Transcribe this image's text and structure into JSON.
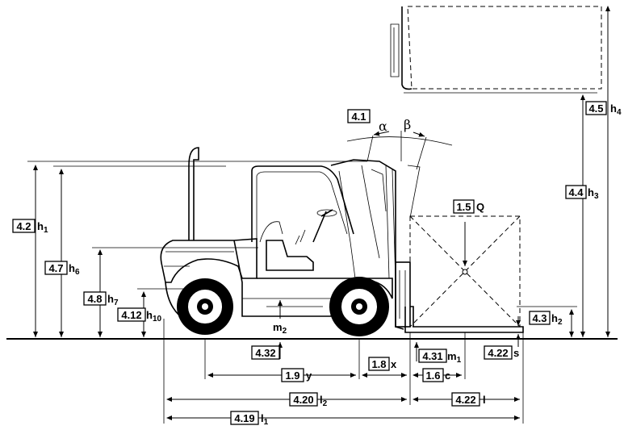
{
  "labels": {
    "l41": {
      "code": "4.1",
      "sym": ""
    },
    "alpha": "α",
    "beta": "β",
    "l42": {
      "code": "4.2",
      "sym": "h",
      "sub": "1"
    },
    "l47": {
      "code": "4.7",
      "sym": "h",
      "sub": "6"
    },
    "l48": {
      "code": "4.8",
      "sym": "h",
      "sub": "7"
    },
    "l412": {
      "code": "4.12",
      "sym": "h",
      "sub": "10"
    },
    "l432": {
      "code": "4.32",
      "sym": "",
      "sub": ""
    },
    "m2": {
      "sym": "m",
      "sub": "2"
    },
    "l19": {
      "code": "1.9",
      "sym": "y"
    },
    "l18": {
      "code": "1.8",
      "sym": "x"
    },
    "l16": {
      "code": "1.6",
      "sym": "c"
    },
    "l431": {
      "code": "4.31",
      "sym": "m",
      "sub": "1"
    },
    "l422s": {
      "code": "4.22",
      "sym": "s"
    },
    "l43": {
      "code": "4.3",
      "sym": "h",
      "sub": "2"
    },
    "l15": {
      "code": "1.5",
      "sym": "Q"
    },
    "l44": {
      "code": "4.4",
      "sym": "h",
      "sub": "3"
    },
    "l45": {
      "code": "4.5",
      "sym": "h",
      "sub": "4"
    },
    "l420": {
      "code": "4.20",
      "sym": "l",
      "sub": "2"
    },
    "l422l": {
      "code": "4.22",
      "sym": "l"
    },
    "l419": {
      "code": "4.19",
      "sym": "l",
      "sub": "1"
    }
  }
}
